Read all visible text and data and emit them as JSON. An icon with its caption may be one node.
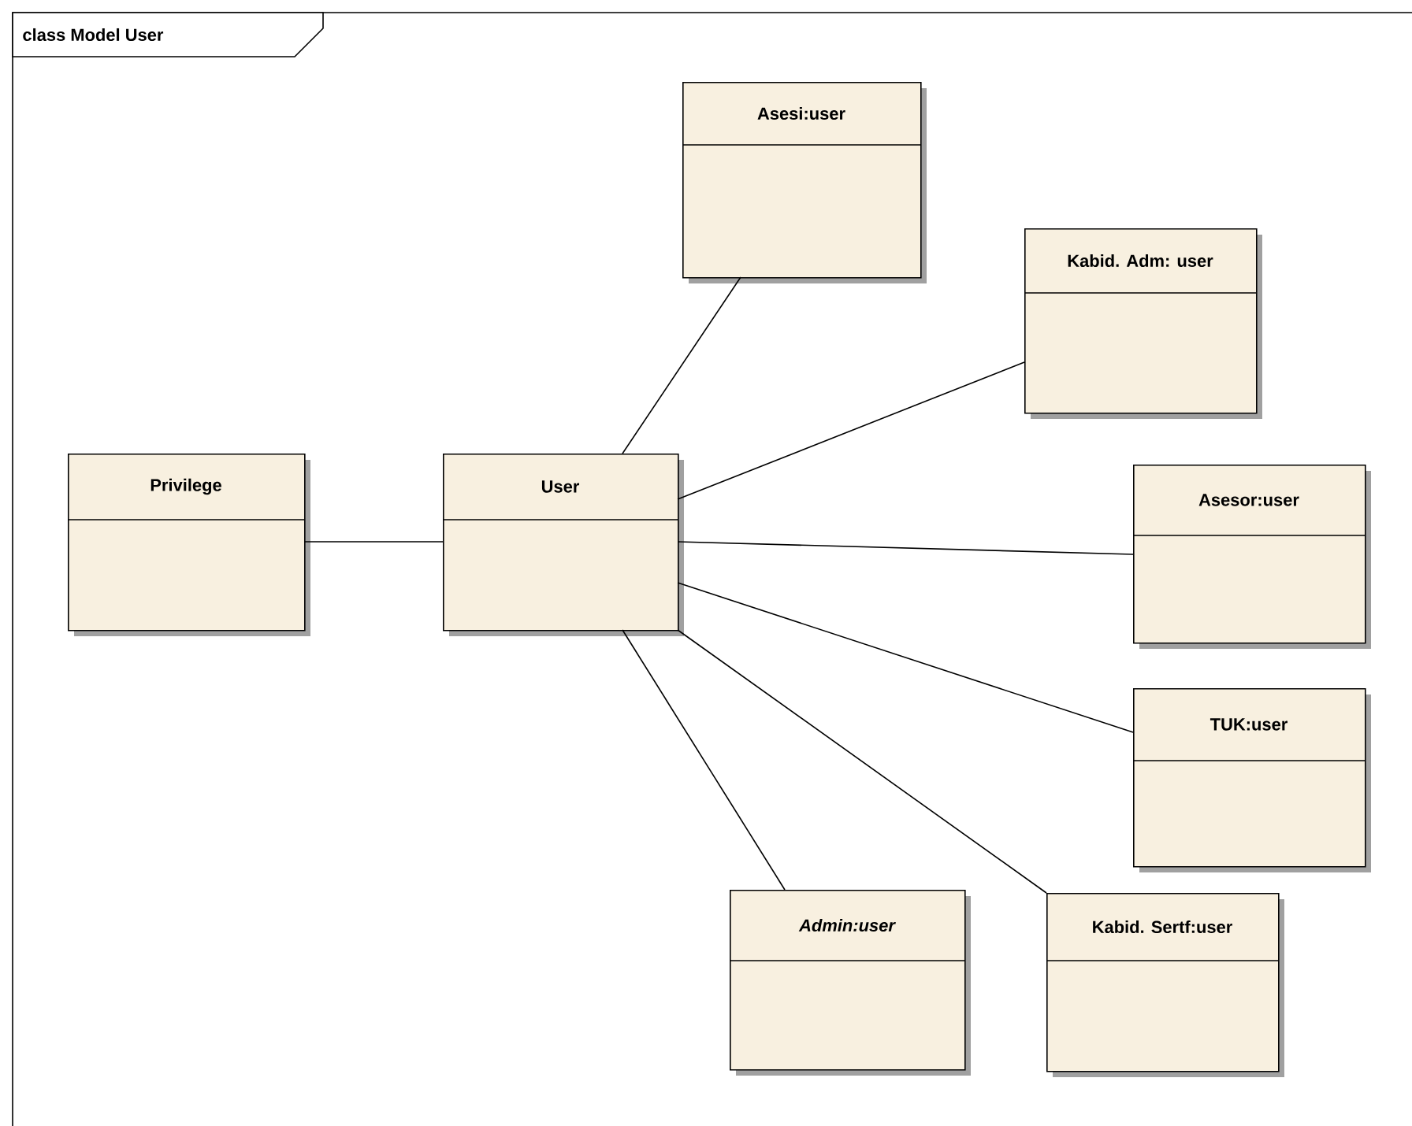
{
  "diagram": {
    "nodes": [
      {
        "text": [
          "class Model User"
        ]
      },
      {
        "text": [
          "Asesi:user"
        ],
        "in": 0
      },
      {
        "text": [
          "Kabid. Adm: user"
        ],
        "in": 0
      },
      {
        "text": [
          "Privilege"
        ],
        "in": 0
      },
      {
        "text": [
          "User"
        ],
        "in": 0
      },
      {
        "text": [
          "Asesor:user"
        ],
        "in": 0
      },
      {
        "text": [
          "TUK:user"
        ],
        "in": 0
      },
      {
        "text": [
          "Admin:user"
        ],
        "in": 0
      },
      {
        "text": [
          "Kabid. Sertf:user"
        ],
        "in": 0
      }
    ],
    "edges": [
      {
        "from": 4,
        "to": 3,
        "arrow": "none"
      },
      {
        "from": 4,
        "to": 1,
        "arrow": "none"
      },
      {
        "from": 4,
        "to": 2,
        "arrow": "none"
      },
      {
        "from": 4,
        "to": 5,
        "arrow": "none"
      },
      {
        "from": 4,
        "to": 6,
        "arrow": "none"
      },
      {
        "from": 4,
        "to": 8,
        "arrow": "none"
      },
      {
        "from": 4,
        "to": 7,
        "arrow": "none"
      }
    ]
  }
}
